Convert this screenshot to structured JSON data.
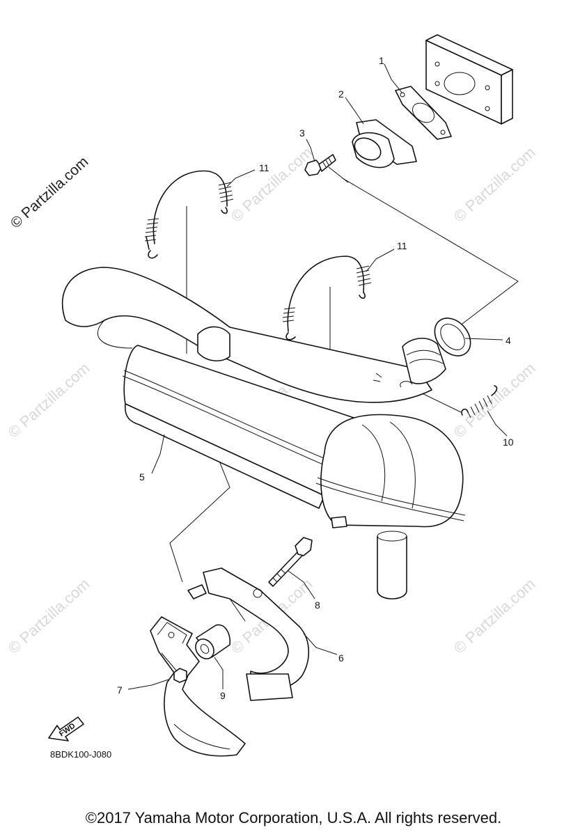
{
  "watermark": {
    "side_text": "© Partzilla.com",
    "tile_text": "© Partzilla.com"
  },
  "callouts": {
    "c1": "1",
    "c2": "2",
    "c3": "3",
    "c4": "4",
    "c5": "5",
    "c6": "6",
    "c7": "7",
    "c8": "8",
    "c9": "9",
    "c10": "10",
    "c11a": "11",
    "c11b": "11"
  },
  "fwd_label": "FWD",
  "diagram_code": "8BDK100-J080",
  "copyright": "©2017 Yamaha Motor Corporation, U.S.A. All rights reserved."
}
